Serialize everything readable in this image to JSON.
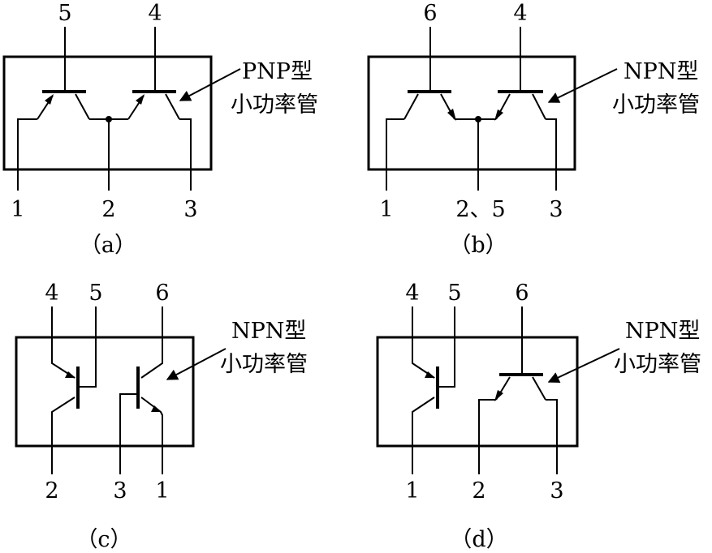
{
  "panels": [
    {
      "caption": "（a）",
      "note_line1": "PNP型",
      "note_line2": "小功率管",
      "pins": [
        "5",
        "4",
        "1",
        "2",
        "3"
      ]
    },
    {
      "caption": "（b）",
      "note_line1": "NPN型",
      "note_line2": "小功率管",
      "pins": [
        "6",
        "4",
        "1",
        "2、5",
        "3"
      ]
    },
    {
      "caption": "（c）",
      "note_line1": "NPN型",
      "note_line2": "小功率管",
      "pins": [
        "4",
        "5",
        "6",
        "2",
        "3",
        "1"
      ]
    },
    {
      "caption": "（d）",
      "note_line1": "NPN型",
      "note_line2": "小功率管",
      "pins": [
        "4",
        "5",
        "6",
        "1",
        "2",
        "3"
      ]
    }
  ]
}
